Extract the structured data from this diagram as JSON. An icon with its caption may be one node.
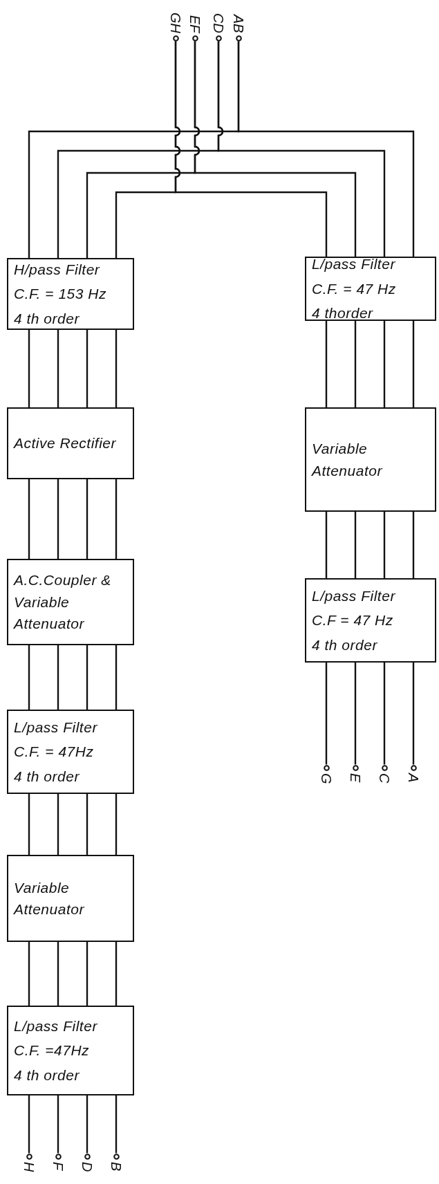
{
  "diagram": {
    "nodes": [
      {
        "text": [
          "GH"
        ]
      },
      {
        "text": [
          "EF"
        ]
      },
      {
        "text": [
          "CD"
        ]
      },
      {
        "text": [
          "AB"
        ]
      },
      {
        "text": [
          "H/pass Filter",
          "C.F. = 153 Hz",
          "4 th order"
        ]
      },
      {
        "text": [
          "Active Rectifier"
        ]
      },
      {
        "text": [
          "A.C.Coupler & Variable Attenuator"
        ]
      },
      {
        "text": [
          "L/pass Filter",
          "C.F. = 47Hz",
          "4 th order"
        ]
      },
      {
        "text": [
          "Variable Attenuator"
        ]
      },
      {
        "text": [
          "L/pass Filter",
          "C.F. =47Hz",
          "4 th order"
        ]
      },
      {
        "text": [
          "H"
        ]
      },
      {
        "text": [
          "F"
        ]
      },
      {
        "text": [
          "D"
        ]
      },
      {
        "text": [
          "B"
        ]
      },
      {
        "text": [
          "L/pass Filter",
          "C.F. = 47 Hz",
          "4 thorder"
        ]
      },
      {
        "text": [
          "Variable Attenuator"
        ]
      },
      {
        "text": [
          "L/pass Filter",
          "C.F = 47 Hz",
          "4 th order"
        ]
      },
      {
        "text": [
          "G"
        ]
      },
      {
        "text": [
          "E"
        ]
      },
      {
        "text": [
          "C"
        ]
      },
      {
        "text": [
          "A"
        ]
      }
    ],
    "edges": [
      {
        "from": 0,
        "to": 4,
        "arrow": "none"
      },
      {
        "from": 0,
        "to": 14,
        "arrow": "none"
      },
      {
        "from": 1,
        "to": 4,
        "arrow": "none"
      },
      {
        "from": 1,
        "to": 14,
        "arrow": "none"
      },
      {
        "from": 2,
        "to": 4,
        "arrow": "none"
      },
      {
        "from": 2,
        "to": 14,
        "arrow": "none"
      },
      {
        "from": 3,
        "to": 4,
        "arrow": "none"
      },
      {
        "from": 3,
        "to": 14,
        "arrow": "none"
      },
      {
        "from": 4,
        "to": 5,
        "arrow": "none"
      },
      {
        "from": 4,
        "to": 5,
        "arrow": "none"
      },
      {
        "from": 4,
        "to": 5,
        "arrow": "none"
      },
      {
        "from": 4,
        "to": 5,
        "arrow": "none"
      },
      {
        "from": 5,
        "to": 6,
        "arrow": "none"
      },
      {
        "from": 5,
        "to": 6,
        "arrow": "none"
      },
      {
        "from": 5,
        "to": 6,
        "arrow": "none"
      },
      {
        "from": 5,
        "to": 6,
        "arrow": "none"
      },
      {
        "from": 6,
        "to": 7,
        "arrow": "none"
      },
      {
        "from": 6,
        "to": 7,
        "arrow": "none"
      },
      {
        "from": 6,
        "to": 7,
        "arrow": "none"
      },
      {
        "from": 6,
        "to": 7,
        "arrow": "none"
      },
      {
        "from": 7,
        "to": 8,
        "arrow": "none"
      },
      {
        "from": 7,
        "to": 8,
        "arrow": "none"
      },
      {
        "from": 7,
        "to": 8,
        "arrow": "none"
      },
      {
        "from": 7,
        "to": 8,
        "arrow": "none"
      },
      {
        "from": 8,
        "to": 9,
        "arrow": "none"
      },
      {
        "from": 8,
        "to": 9,
        "arrow": "none"
      },
      {
        "from": 8,
        "to": 9,
        "arrow": "none"
      },
      {
        "from": 8,
        "to": 9,
        "arrow": "none"
      },
      {
        "from": 9,
        "to": 10,
        "arrow": "none"
      },
      {
        "from": 9,
        "to": 11,
        "arrow": "none"
      },
      {
        "from": 9,
        "to": 12,
        "arrow": "none"
      },
      {
        "from": 9,
        "to": 13,
        "arrow": "none"
      },
      {
        "from": 14,
        "to": 15,
        "arrow": "none"
      },
      {
        "from": 14,
        "to": 15,
        "arrow": "none"
      },
      {
        "from": 14,
        "to": 15,
        "arrow": "none"
      },
      {
        "from": 14,
        "to": 15,
        "arrow": "none"
      },
      {
        "from": 15,
        "to": 16,
        "arrow": "none"
      },
      {
        "from": 15,
        "to": 16,
        "arrow": "none"
      },
      {
        "from": 15,
        "to": 16,
        "arrow": "none"
      },
      {
        "from": 15,
        "to": 16,
        "arrow": "none"
      },
      {
        "from": 16,
        "to": 17,
        "arrow": "none"
      },
      {
        "from": 16,
        "to": 18,
        "arrow": "none"
      },
      {
        "from": 16,
        "to": 19,
        "arrow": "none"
      },
      {
        "from": 16,
        "to": 20,
        "arrow": "none"
      }
    ]
  }
}
